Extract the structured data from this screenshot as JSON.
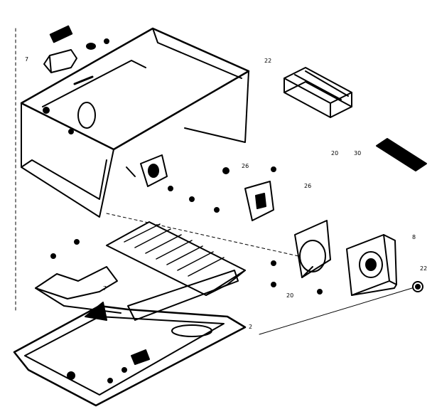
{
  "diagram": {
    "callouts": {
      "part_22_cabinet": "22",
      "part_22_knob": "22",
      "part_30_duct": "30",
      "part_7_left": "7",
      "part_7_lower": "7",
      "part_2_pan": "2",
      "part_8_blower": "8",
      "part_20_a": "20",
      "part_26_a": "26",
      "part_26_b": "26",
      "part_20_b": "20"
    }
  },
  "colors": {
    "ink": "#000000",
    "paper": "#ffffff"
  }
}
